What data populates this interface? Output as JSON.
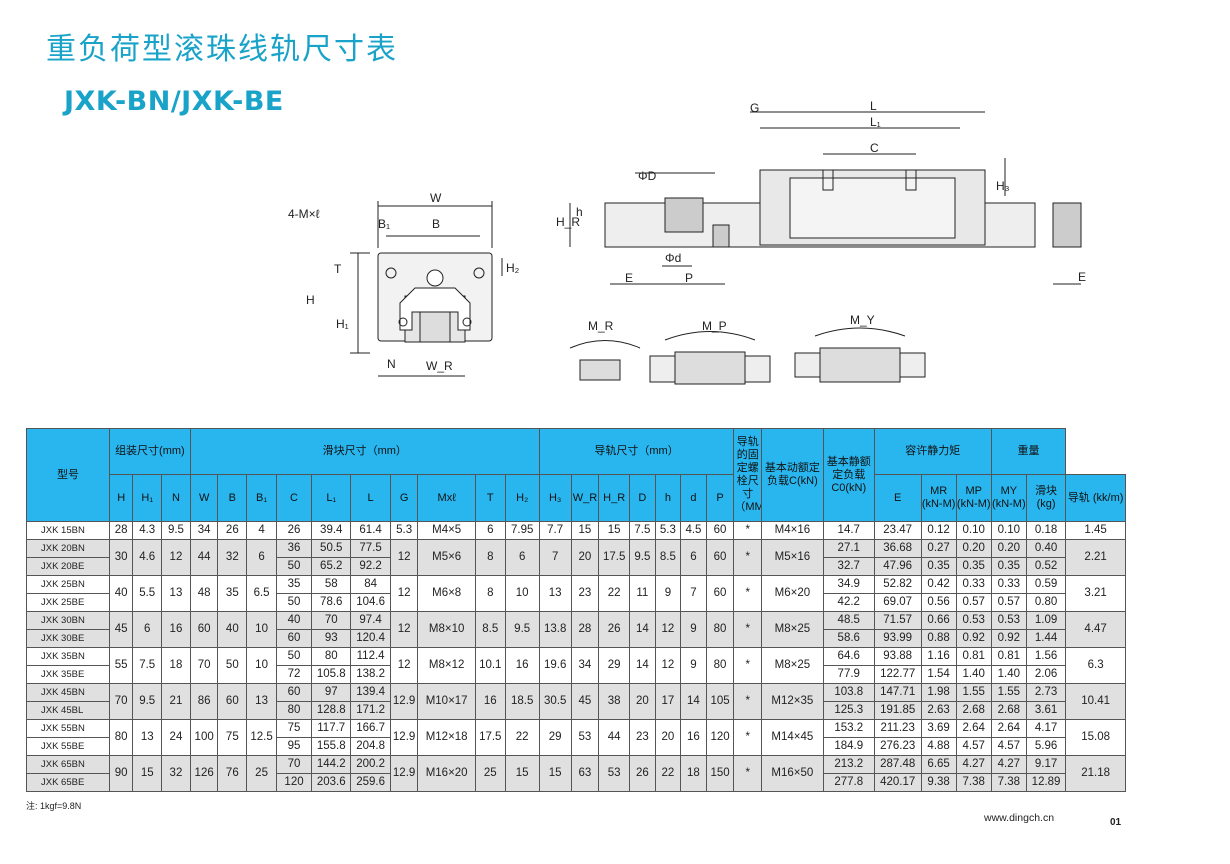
{
  "title": "重负荷型滚珠线轨尺寸表",
  "subtitle": "JXK-BN/JXK-BE",
  "drawing": {
    "labels": [
      "4-M×ℓ",
      "B₁",
      "B",
      "W",
      "T",
      "H₂",
      "H",
      "H₁",
      "N",
      "W_R",
      "ΦD",
      "H_R",
      "h",
      "Φd",
      "E",
      "P",
      "G",
      "L",
      "L₁",
      "C",
      "H₃",
      "E",
      "M_R",
      "M_P",
      "M_Y"
    ]
  },
  "table": {
    "group_headers": {
      "model": "型号",
      "assembly": "组装尺寸(mm)",
      "block": "滑块尺寸（mm）",
      "rail": "导轨尺寸（mm）",
      "bolt": "导轨的固定螺栓尺寸（MM）",
      "dyn": "基本动额定负载C(kN)",
      "stat": "基本静额定负载C0(kN)",
      "moment": "容许静力矩",
      "weight": "重量"
    },
    "sub_headers": [
      "H",
      "H₁",
      "N",
      "W",
      "B",
      "B₁",
      "C",
      "L₁",
      "L",
      "G",
      "Mxℓ",
      "T",
      "H₂",
      "H₃",
      "W_R",
      "H_R",
      "D",
      "h",
      "d",
      "P",
      "E"
    ],
    "moment_headers": [
      "MR (kN-M)",
      "MP (kN-M)",
      "MY (kN-M)"
    ],
    "weight_headers": [
      "滑块 (kg)",
      "导轨 (kk/m)"
    ],
    "groups": [
      {
        "H": "28",
        "H1": "4.3",
        "N": "9.5",
        "W": "34",
        "B": "26",
        "B1": "4",
        "G": "5.3",
        "M": "M4×5",
        "T": "6",
        "H2": "7.95",
        "H3": "7.7",
        "WR": "15",
        "HR": "15",
        "D": "7.5",
        "h": "5.3",
        "d": "4.5",
        "P": "60",
        "E": "*",
        "bolt": "M4×16",
        "rail_w": "1.45",
        "rows": [
          {
            "model": "JXK 15BN",
            "C": "26",
            "L1": "39.4",
            "L": "61.4",
            "dyn": "14.7",
            "stat": "23.47",
            "MR": "0.12",
            "MP": "0.10",
            "MY": "0.10",
            "wb": "0.18"
          }
        ]
      },
      {
        "H": "30",
        "H1": "4.6",
        "N": "12",
        "W": "44",
        "B": "32",
        "B1": "6",
        "G": "12",
        "M": "M5×6",
        "T": "8",
        "H2": "6",
        "H3": "7",
        "WR": "20",
        "HR": "17.5",
        "D": "9.5",
        "h": "8.5",
        "d": "6",
        "P": "60",
        "E": "*",
        "bolt": "M5×16",
        "rail_w": "2.21",
        "rows": [
          {
            "model": "JXK 20BN",
            "C": "36",
            "L1": "50.5",
            "L": "77.5",
            "dyn": "27.1",
            "stat": "36.68",
            "MR": "0.27",
            "MP": "0.20",
            "MY": "0.20",
            "wb": "0.40"
          },
          {
            "model": "JXK 20BE",
            "C": "50",
            "L1": "65.2",
            "L": "92.2",
            "dyn": "32.7",
            "stat": "47.96",
            "MR": "0.35",
            "MP": "0.35",
            "MY": "0.35",
            "wb": "0.52"
          }
        ]
      },
      {
        "H": "40",
        "H1": "5.5",
        "N": "13",
        "W": "48",
        "B": "35",
        "B1": "6.5",
        "G": "12",
        "M": "M6×8",
        "T": "8",
        "H2": "10",
        "H3": "13",
        "WR": "23",
        "HR": "22",
        "D": "11",
        "h": "9",
        "d": "7",
        "P": "60",
        "E": "*",
        "bolt": "M6×20",
        "rail_w": "3.21",
        "rows": [
          {
            "model": "JXK 25BN",
            "C": "35",
            "L1": "58",
            "L": "84",
            "dyn": "34.9",
            "stat": "52.82",
            "MR": "0.42",
            "MP": "0.33",
            "MY": "0.33",
            "wb": "0.59"
          },
          {
            "model": "JXK 25BE",
            "C": "50",
            "L1": "78.6",
            "L": "104.6",
            "dyn": "42.2",
            "stat": "69.07",
            "MR": "0.56",
            "MP": "0.57",
            "MY": "0.57",
            "wb": "0.80"
          }
        ]
      },
      {
        "H": "45",
        "H1": "6",
        "N": "16",
        "W": "60",
        "B": "40",
        "B1": "10",
        "G": "12",
        "M": "M8×10",
        "T": "8.5",
        "H2": "9.5",
        "H3": "13.8",
        "WR": "28",
        "HR": "26",
        "D": "14",
        "h": "12",
        "d": "9",
        "P": "80",
        "E": "*",
        "bolt": "M8×25",
        "rail_w": "4.47",
        "rows": [
          {
            "model": "JXK 30BN",
            "C": "40",
            "L1": "70",
            "L": "97.4",
            "dyn": "48.5",
            "stat": "71.57",
            "MR": "0.66",
            "MP": "0.53",
            "MY": "0.53",
            "wb": "1.09"
          },
          {
            "model": "JXK 30BE",
            "C": "60",
            "L1": "93",
            "L": "120.4",
            "dyn": "58.6",
            "stat": "93.99",
            "MR": "0.88",
            "MP": "0.92",
            "MY": "0.92",
            "wb": "1.44"
          }
        ]
      },
      {
        "H": "55",
        "H1": "7.5",
        "N": "18",
        "W": "70",
        "B": "50",
        "B1": "10",
        "G": "12",
        "M": "M8×12",
        "T": "10.1",
        "H2": "16",
        "H3": "19.6",
        "WR": "34",
        "HR": "29",
        "D": "14",
        "h": "12",
        "d": "9",
        "P": "80",
        "E": "*",
        "bolt": "M8×25",
        "rail_w": "6.3",
        "rows": [
          {
            "model": "JXK 35BN",
            "C": "50",
            "L1": "80",
            "L": "112.4",
            "dyn": "64.6",
            "stat": "93.88",
            "MR": "1.16",
            "MP": "0.81",
            "MY": "0.81",
            "wb": "1.56"
          },
          {
            "model": "JXK 35BE",
            "C": "72",
            "L1": "105.8",
            "L": "138.2",
            "dyn": "77.9",
            "stat": "122.77",
            "MR": "1.54",
            "MP": "1.40",
            "MY": "1.40",
            "wb": "2.06"
          }
        ]
      },
      {
        "H": "70",
        "H1": "9.5",
        "N": "21",
        "W": "86",
        "B": "60",
        "B1": "13",
        "G": "12.9",
        "M": "M10×17",
        "T": "16",
        "H2": "18.5",
        "H3": "30.5",
        "WR": "45",
        "HR": "38",
        "D": "20",
        "h": "17",
        "d": "14",
        "P": "105",
        "E": "*",
        "bolt": "M12×35",
        "rail_w": "10.41",
        "rows": [
          {
            "model": "JXK 45BN",
            "C": "60",
            "L1": "97",
            "L": "139.4",
            "dyn": "103.8",
            "stat": "147.71",
            "MR": "1.98",
            "MP": "1.55",
            "MY": "1.55",
            "wb": "2.73"
          },
          {
            "model": "JXK 45BL",
            "C": "80",
            "L1": "128.8",
            "L": "171.2",
            "dyn": "125.3",
            "stat": "191.85",
            "MR": "2.63",
            "MP": "2.68",
            "MY": "2.68",
            "wb": "3.61"
          }
        ]
      },
      {
        "H": "80",
        "H1": "13",
        "N": "24",
        "W": "100",
        "B": "75",
        "B1": "12.5",
        "G": "12.9",
        "M": "M12×18",
        "T": "17.5",
        "H2": "22",
        "H3": "29",
        "WR": "53",
        "HR": "44",
        "D": "23",
        "h": "20",
        "d": "16",
        "P": "120",
        "E": "*",
        "bolt": "M14×45",
        "rail_w": "15.08",
        "rows": [
          {
            "model": "JXK 55BN",
            "C": "75",
            "L1": "117.7",
            "L": "166.7",
            "dyn": "153.2",
            "stat": "211.23",
            "MR": "3.69",
            "MP": "2.64",
            "MY": "2.64",
            "wb": "4.17"
          },
          {
            "model": "JXK 55BE",
            "C": "95",
            "L1": "155.8",
            "L": "204.8",
            "dyn": "184.9",
            "stat": "276.23",
            "MR": "4.88",
            "MP": "4.57",
            "MY": "4.57",
            "wb": "5.96"
          }
        ]
      },
      {
        "H": "90",
        "H1": "15",
        "N": "32",
        "W": "126",
        "B": "76",
        "B1": "25",
        "G": "12.9",
        "M": "M16×20",
        "T": "25",
        "H2": "15",
        "H3": "15",
        "WR": "63",
        "HR": "53",
        "D": "26",
        "h": "22",
        "d": "18",
        "P": "150",
        "E": "*",
        "bolt": "M16×50",
        "rail_w": "21.18",
        "rows": [
          {
            "model": "JXK 65BN",
            "C": "70",
            "L1": "144.2",
            "L": "200.2",
            "dyn": "213.2",
            "stat": "287.48",
            "MR": "6.65",
            "MP": "4.27",
            "MY": "4.27",
            "wb": "9.17"
          },
          {
            "model": "JXK 65BE",
            "C": "120",
            "L1": "203.6",
            "L": "259.6",
            "dyn": "277.8",
            "stat": "420.17",
            "MR": "9.38",
            "MP": "7.38",
            "MY": "7.38",
            "wb": "12.89"
          }
        ]
      }
    ]
  },
  "note": "注: 1kgf=9.8N",
  "website": "www.dingch.cn",
  "page_number": "01"
}
